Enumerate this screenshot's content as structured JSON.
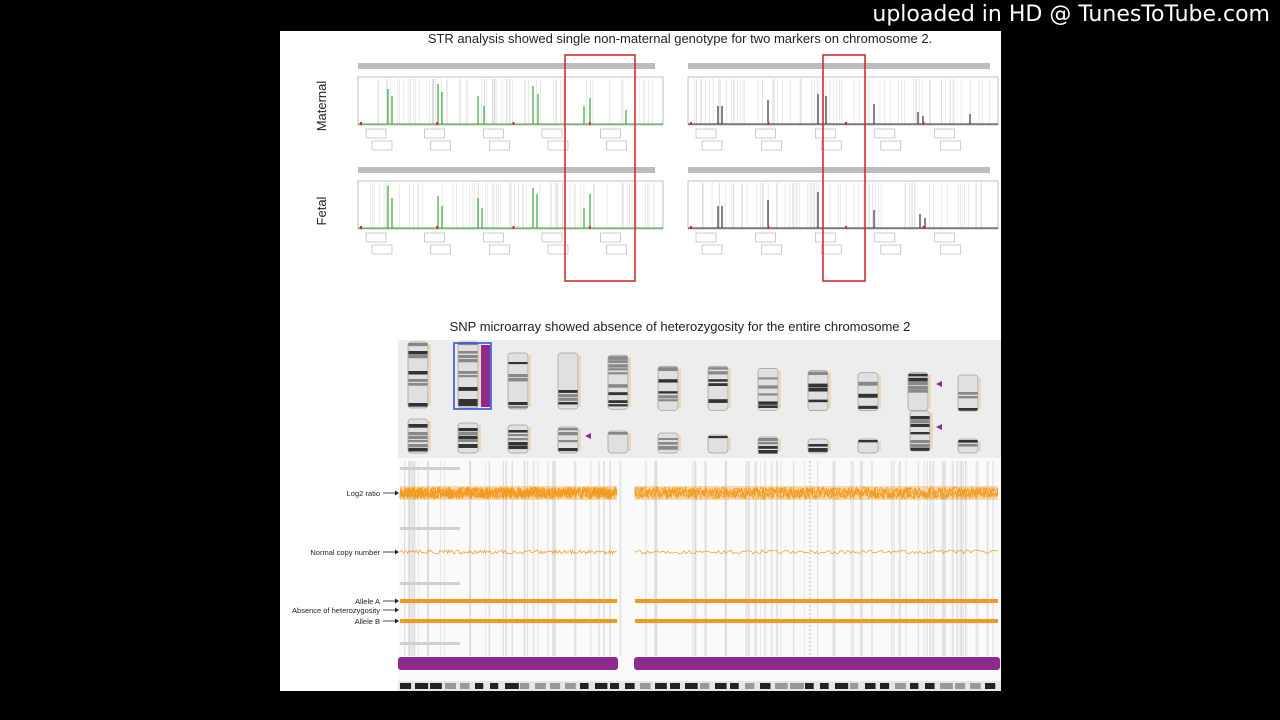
{
  "watermark": "uploaded in HD @ TunesToTube.com",
  "str_section": {
    "title": "STR analysis showed single non-maternal genotype for two markers on chromosome 2.",
    "row_labels": [
      "Maternal",
      "Fetal"
    ]
  },
  "snp_section": {
    "title": "SNP microarray showed absence of heterozygosity for the entire chromosome 2",
    "track_labels": [
      "Log2 ratio",
      "Normal copy number",
      "Allele A",
      "Absence of heterozygosity",
      "Allele B"
    ]
  },
  "colors": {
    "str_peaks_left": "#3aa63a",
    "str_peaks_right": "#333333",
    "highlight": "#d62b2b",
    "signal": "#f39a1e",
    "roh_bar": "#8e2a8e",
    "selected_chromosome": "#3b4fd8"
  }
}
